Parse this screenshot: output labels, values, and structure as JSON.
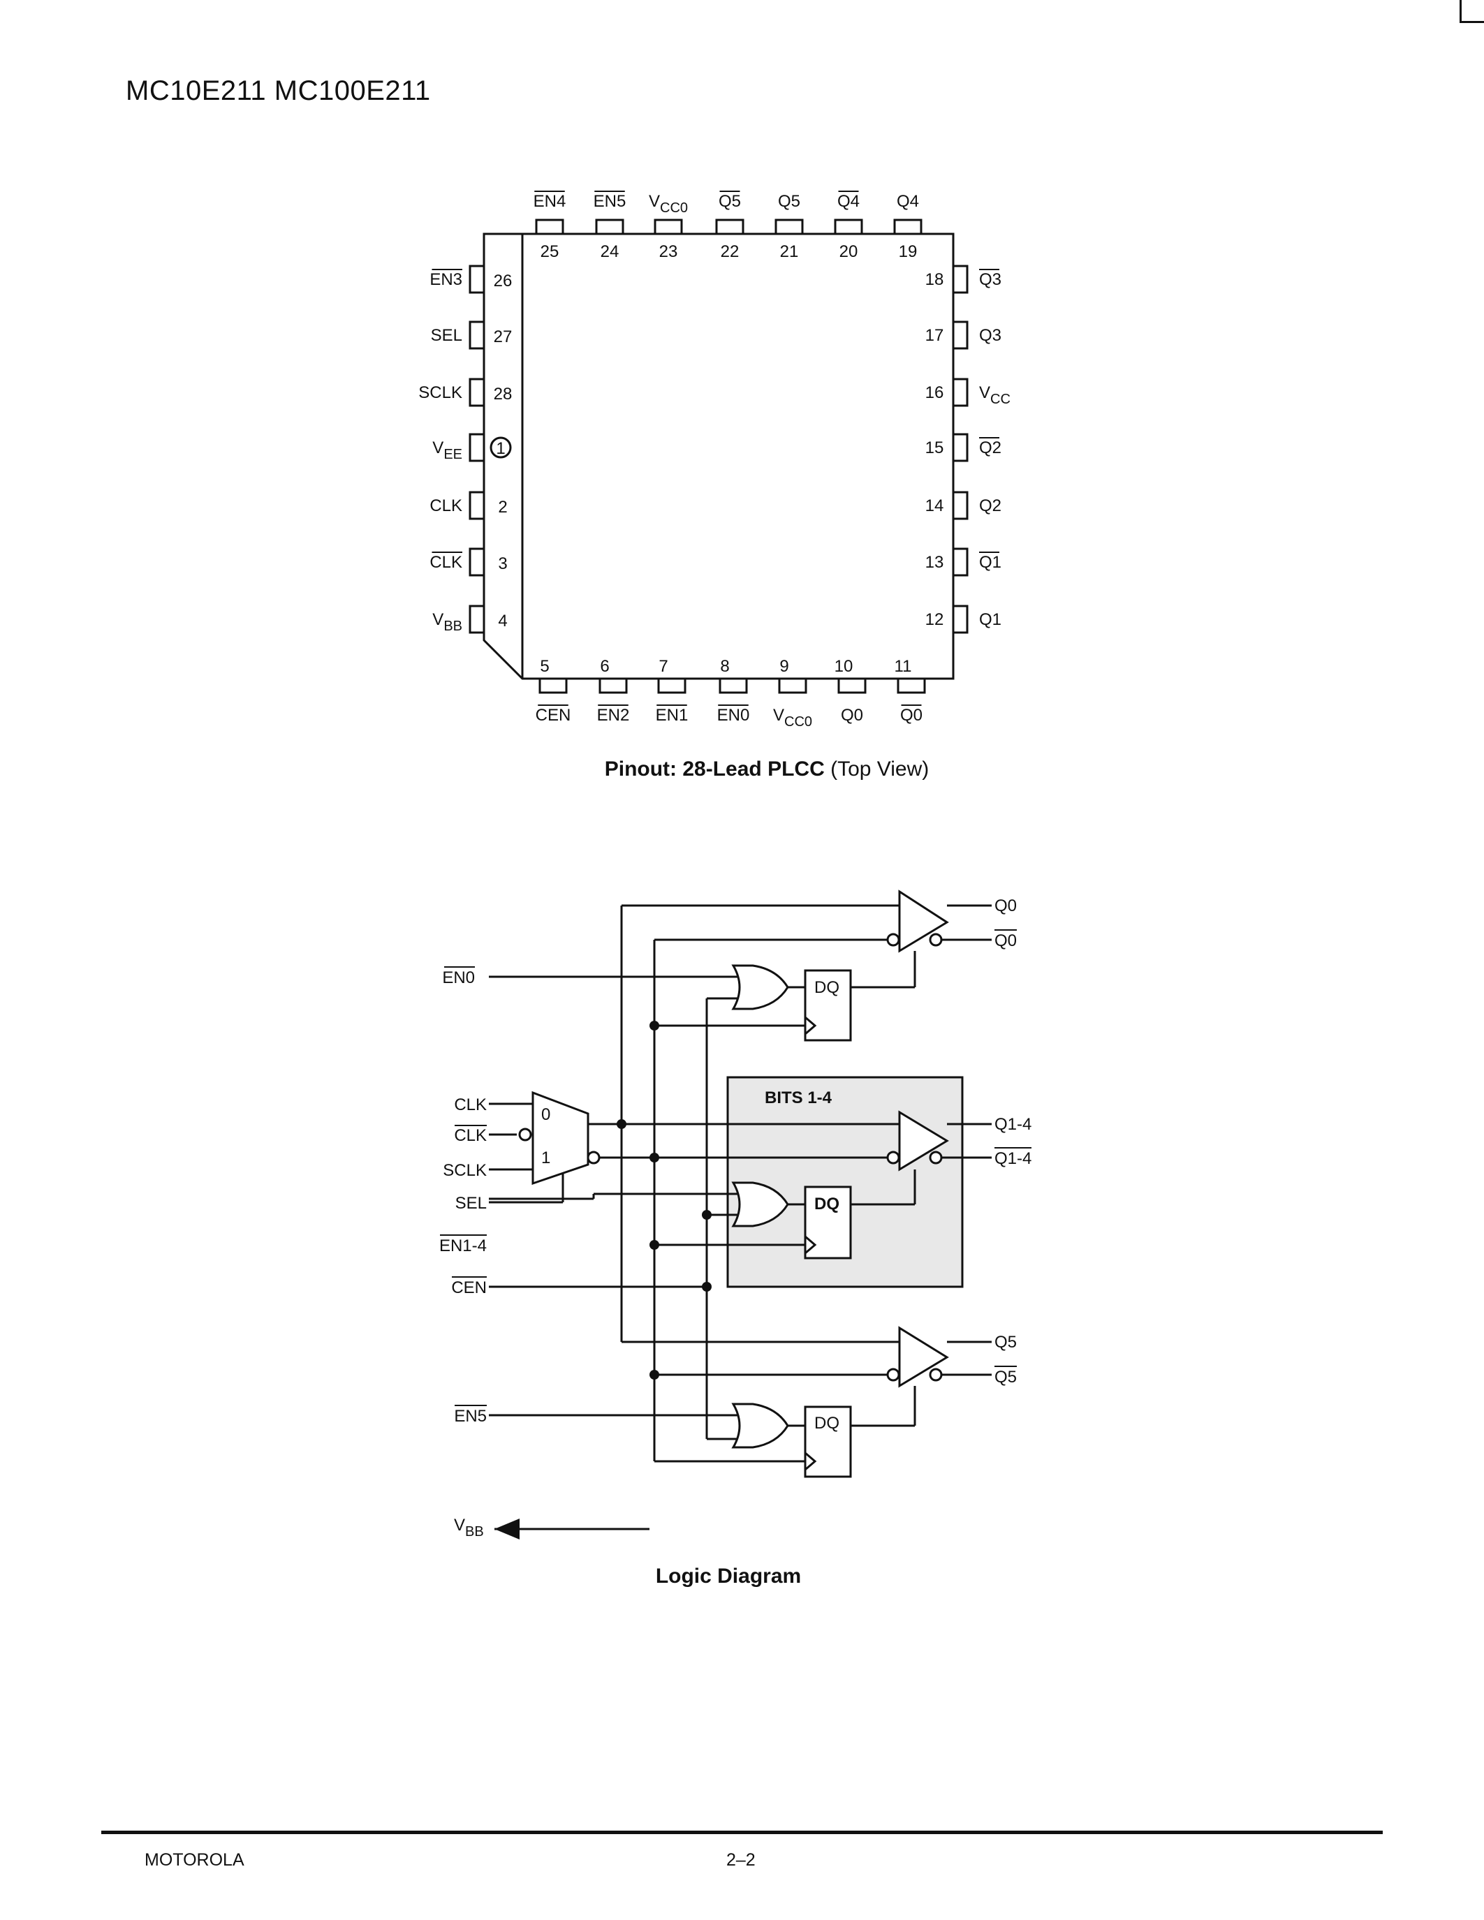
{
  "header": {
    "title": "MC10E211 MC100E211"
  },
  "pinout": {
    "caption_bold": "Pinout: 28-Lead PLCC",
    "caption_normal": "(Top View)",
    "top_pins": [
      {
        "num": "25",
        "name": "EN4",
        "bar": true
      },
      {
        "num": "24",
        "name": "EN5",
        "bar": true
      },
      {
        "num": "23",
        "name": "V",
        "sub": "CC0",
        "bar": false
      },
      {
        "num": "22",
        "name": "Q5",
        "bar": true
      },
      {
        "num": "21",
        "name": "Q5",
        "bar": false
      },
      {
        "num": "20",
        "name": "Q4",
        "bar": true
      },
      {
        "num": "19",
        "name": "Q4",
        "bar": false
      }
    ],
    "left_pins": [
      {
        "num": "26",
        "name": "EN3",
        "bar": true
      },
      {
        "num": "27",
        "name": "SEL",
        "bar": false
      },
      {
        "num": "28",
        "name": "SCLK",
        "bar": false
      },
      {
        "num": "1",
        "name": "V",
        "sub": "EE",
        "bar": false
      },
      {
        "num": "2",
        "name": "CLK",
        "bar": false
      },
      {
        "num": "3",
        "name": "CLK",
        "bar": true
      },
      {
        "num": "4",
        "name": "V",
        "sub": "BB",
        "bar": false
      }
    ],
    "right_pins": [
      {
        "num": "18",
        "name": "Q3",
        "bar": true
      },
      {
        "num": "17",
        "name": "Q3",
        "bar": false
      },
      {
        "num": "16",
        "name": "V",
        "sub": "CC",
        "bar": false
      },
      {
        "num": "15",
        "name": "Q2",
        "bar": true
      },
      {
        "num": "14",
        "name": "Q2",
        "bar": false
      },
      {
        "num": "13",
        "name": "Q1",
        "bar": true
      },
      {
        "num": "12",
        "name": "Q1",
        "bar": false
      }
    ],
    "bottom_pins": [
      {
        "num": "5",
        "name": "CEN",
        "bar": true
      },
      {
        "num": "6",
        "name": "EN2",
        "bar": true
      },
      {
        "num": "7",
        "name": "EN1",
        "bar": true
      },
      {
        "num": "8",
        "name": "EN0",
        "bar": true
      },
      {
        "num": "9",
        "name": "V",
        "sub": "CC0",
        "bar": false
      },
      {
        "num": "10",
        "name": "Q0",
        "bar": false
      },
      {
        "num": "11",
        "name": "Q0",
        "bar": true
      }
    ]
  },
  "logic": {
    "caption": "Logic Diagram",
    "bits_label": "BITS 1-4",
    "dq_label": "DQ",
    "mux_0": "0",
    "mux_1": "1",
    "inputs": {
      "en0": "EN0",
      "clk": "CLK",
      "clk_bar": "CLK",
      "sclk": "SCLK",
      "sel": "SEL",
      "en14": "EN1-4",
      "cen": "CEN",
      "en5": "EN5",
      "vbb": "V",
      "vbb_sub": "BB"
    },
    "outputs": {
      "q0": "Q0",
      "q0_bar": "Q0",
      "q14": "Q1-4",
      "q14_bar": "Q1-4",
      "q5": "Q5",
      "q5_bar": "Q5"
    }
  },
  "footer": {
    "left": "MOTOROLA",
    "center": "2–2"
  }
}
